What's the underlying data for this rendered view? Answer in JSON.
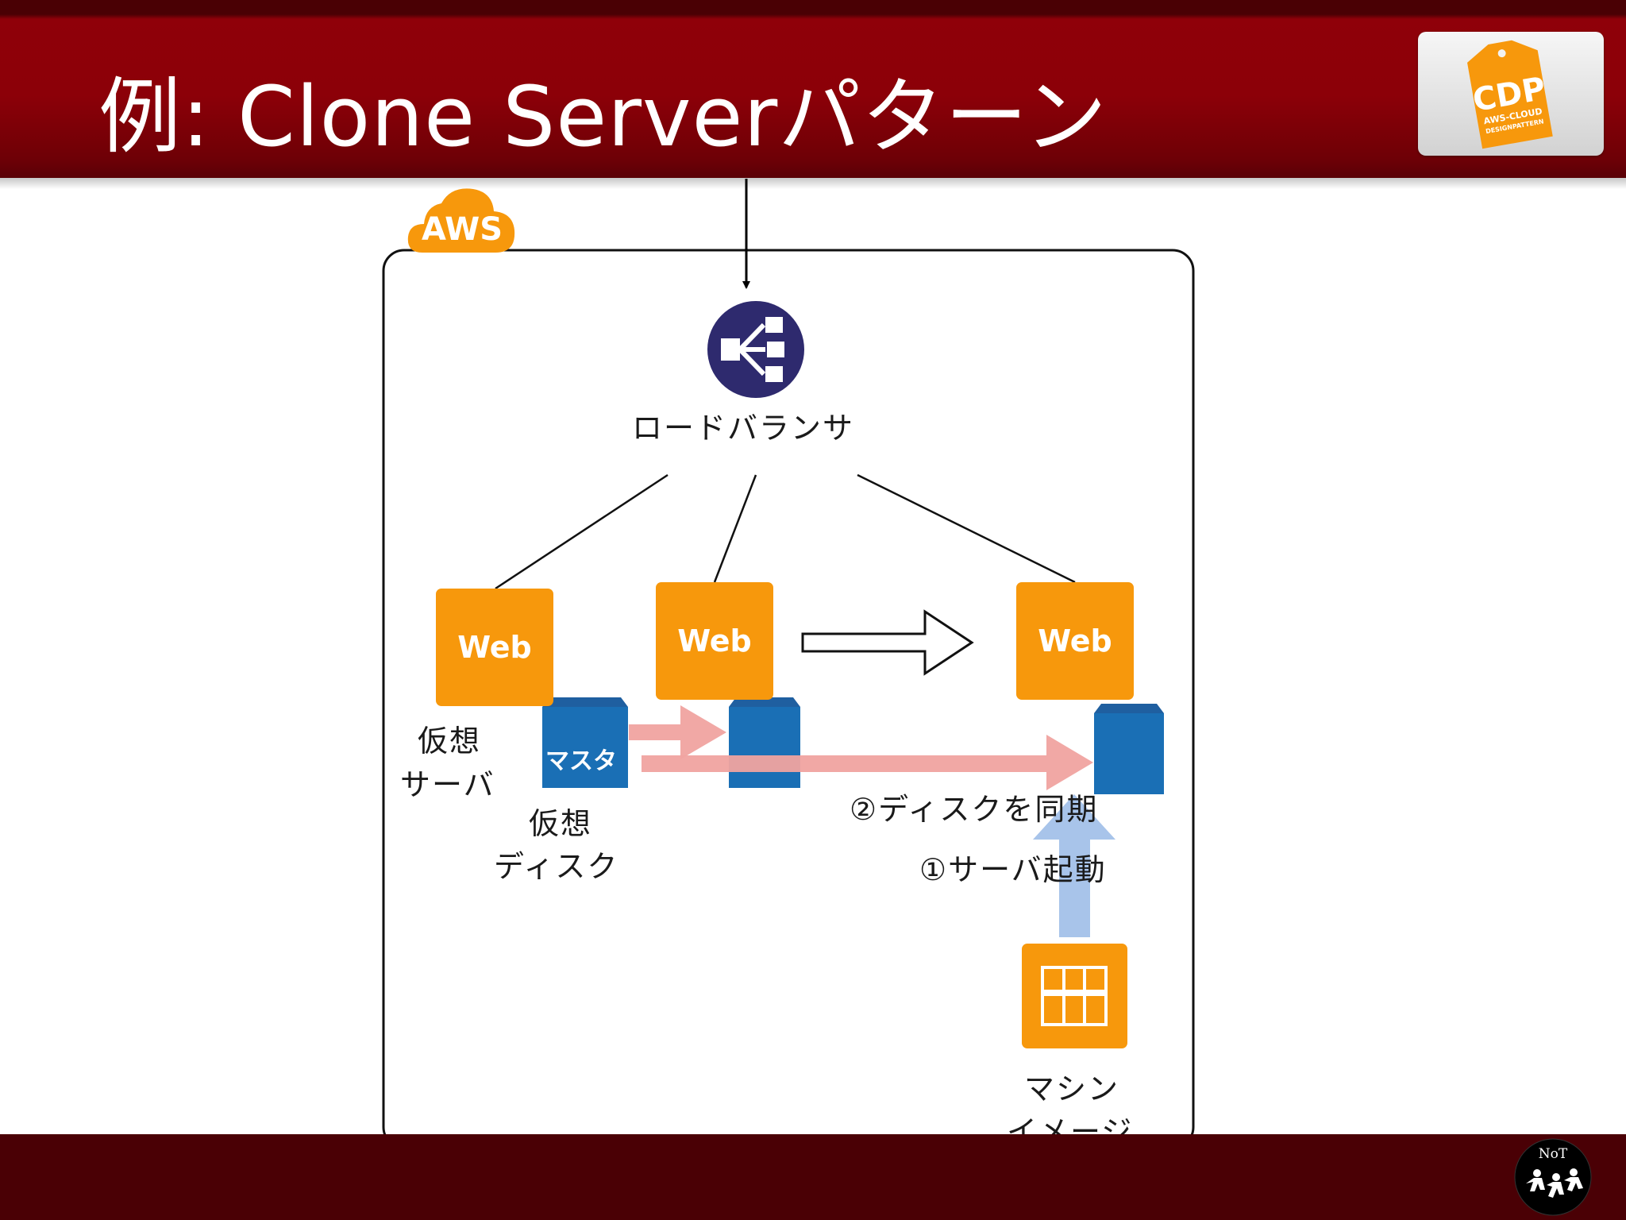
{
  "slide": {
    "title": "例: Clone Serverパターン"
  },
  "logo": {
    "main": "CDP",
    "sub1": "AWS-CLOUD",
    "sub2": "DESIGNPATTERN"
  },
  "diagram": {
    "cloud_label": "AWS",
    "load_balancer_label": "ロードバランサ",
    "web_label": "Web",
    "master_disk_label": "マスタ",
    "virtual_server_label": [
      "仮想",
      "サーバ"
    ],
    "virtual_disk_label": [
      "仮想",
      "ディスク"
    ],
    "step2_label": "②ディスクを同期",
    "step1_label": "①サーバ起動",
    "machine_image_label": [
      "マシン",
      "イメージ"
    ]
  },
  "footer": {
    "logo_text": "NoT"
  },
  "colors": {
    "header_red": "#8c0008",
    "footer_maroon": "#4a0005",
    "aws_orange": "#f7980c",
    "disk_blue": "#1a6fb5",
    "lb_navy": "#2e2a6e",
    "sync_arrow_pink": "#f0a3a0",
    "boot_arrow_blue": "#a8c4ea"
  }
}
